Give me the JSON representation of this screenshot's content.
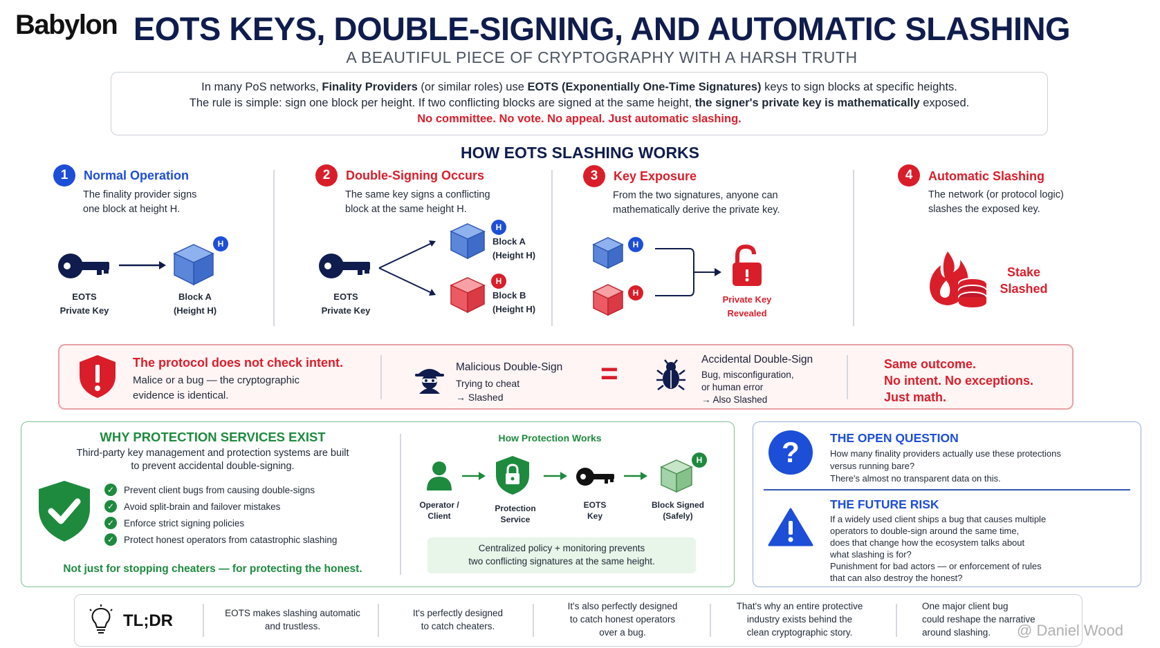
{
  "header": {
    "logo": "Babylon",
    "title": "EOTS KEYS, DOUBLE-SIGNING, AND AUTOMATIC SLASHING",
    "subtitle": "A BEAUTIFUL PIECE OF CRYPTOGRAPHY WITH A HARSH TRUTH"
  },
  "intro": {
    "line1_a": "In many PoS networks, ",
    "line1_b": "Finality Providers",
    "line1_c": " (or similar roles) use ",
    "line1_d": "EOTS (Exponentially One-Time Signatures)",
    "line1_e": " keys to sign blocks at specific heights.",
    "line2_a": "The rule is simple: sign one block per height. If two conflicting blocks are signed at the same height, ",
    "line2_b": "the signer's private key is mathematically",
    "line2_c": " exposed.",
    "line3": "No committee. No vote. No appeal. Just automatic slashing."
  },
  "how": {
    "title": "HOW EOTS SLASHING WORKS",
    "steps": [
      {
        "num": "1",
        "title": "Normal Operation",
        "desc1": "The finality provider signs",
        "desc2": "one block at height H."
      },
      {
        "num": "2",
        "title": "Double-Signing Occurs",
        "desc1": "The same key signs a conflicting",
        "desc2": "block at the same height H."
      },
      {
        "num": "3",
        "title": "Key Exposure",
        "desc1": "From the two signatures, anyone can",
        "desc2": "mathematically derive the private key."
      },
      {
        "num": "4",
        "title": "Automatic Slashing",
        "desc1": "The network (or protocol logic)",
        "desc2": "slashes the exposed key."
      }
    ],
    "key_label1": "EOTS",
    "key_label2": "Private Key",
    "block_a1": "Block A",
    "block_a2": "(Height H)",
    "block_b1": "Block B",
    "block_b2": "(Height H)",
    "h": "H",
    "revealed1": "Private Key",
    "revealed2": "Revealed",
    "stake1": "Stake",
    "stake2": "Slashed"
  },
  "intent": {
    "title": "The protocol does not check intent.",
    "desc1": "Malice or a bug — the cryptographic",
    "desc2": "evidence is identical.",
    "malicious_title": "Malicious Double-Sign",
    "malicious_d1": "Trying to cheat",
    "malicious_d2": "→ Slashed",
    "equals": "=",
    "accidental_title": "Accidental Double-Sign",
    "accidental_d1": "Bug, misconfiguration,",
    "accidental_d2": "or human error",
    "accidental_d3": "→ Also Slashed",
    "outcome1": "Same outcome.",
    "outcome2": "No intent. No exceptions.",
    "outcome3": "Just math."
  },
  "protection": {
    "title": "WHY PROTECTION SERVICES EXIST",
    "desc1": "Third-party key management and protection systems are built",
    "desc2": "to prevent accidental double-signing.",
    "bullets": [
      "Prevent client bugs from causing double-signs",
      "Avoid split-brain and failover mistakes",
      "Enforce strict signing policies",
      "Protect honest operators from catastrophic slashing"
    ],
    "footer": "Not just for stopping cheaters — for protecting the honest.",
    "how_title": "How Protection Works",
    "flow": [
      {
        "l1": "Operator /",
        "l2": "Client"
      },
      {
        "l1": "Protection",
        "l2": "Service"
      },
      {
        "l1": "EOTS",
        "l2": "Key"
      },
      {
        "l1": "Block Signed",
        "l2": "(Safely)"
      }
    ],
    "policy1": "Centralized policy + monitoring prevents",
    "policy2": "two conflicting signatures at the same height."
  },
  "question": {
    "title": "THE OPEN QUESTION",
    "d1": "How many finality providers actually use these protections",
    "d2": "versus running bare?",
    "d3": "There's almost no transparent data on this.",
    "risk_title": "THE FUTURE RISK",
    "r1": "If a widely used client ships a bug that causes multiple",
    "r2": "operators to double-sign around the same time,",
    "r3": "does that change how the ecosystem talks about",
    "r4": "what slashing is for?",
    "r5": "Punishment for bad actors — or enforcement of rules",
    "r6": "that can also destroy the honest?"
  },
  "tldr": {
    "label": "TL;DR",
    "cols": [
      {
        "l1": "EOTS makes slashing automatic",
        "l2": "and trustless.",
        "l3": ""
      },
      {
        "l1": "It's perfectly designed",
        "l2": "to catch cheaters.",
        "l3": ""
      },
      {
        "l1": "It's also perfectly designed",
        "l2": "to catch honest operators",
        "l3": "over a bug."
      },
      {
        "l1": "That's why an entire protective",
        "l2": "industry exists behind the",
        "l3": "clean cryptographic story."
      },
      {
        "l1": "One major client bug",
        "l2": "could reshape the narrative",
        "l3": "around slashing."
      }
    ]
  },
  "watermark": "@ Daniel Wood",
  "colors": {
    "navy": "#0f1c4d",
    "blue": "#1d4ed8",
    "red": "#d91e2a",
    "green": "#1e8a3e"
  }
}
